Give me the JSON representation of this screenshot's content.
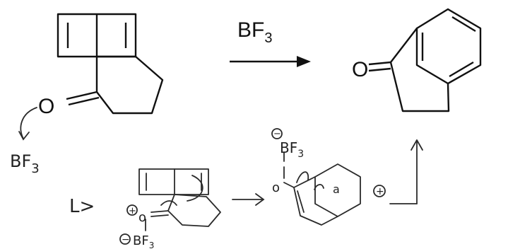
{
  "scheme": {
    "reagent_main": "BF",
    "reagent_main_sub": "3",
    "start_oxygen": "O",
    "product_oxygen": "O"
  },
  "handwritten": {
    "lewis_acid": "BF",
    "lewis_acid_sub": "3",
    "complex_charge_plus": "+",
    "complex_charge_minus": "−",
    "complex_boron": "BF",
    "complex_boron_sub": "3",
    "intermediate_minus": "−",
    "intermediate_boron": "BF",
    "intermediate_boron_sub": "3",
    "cation_plus": "+",
    "aromatic_symbol": "a",
    "arrow_sign": "L>"
  },
  "colors": {
    "ink": "#111111",
    "pencil": "#2a2a2a"
  }
}
